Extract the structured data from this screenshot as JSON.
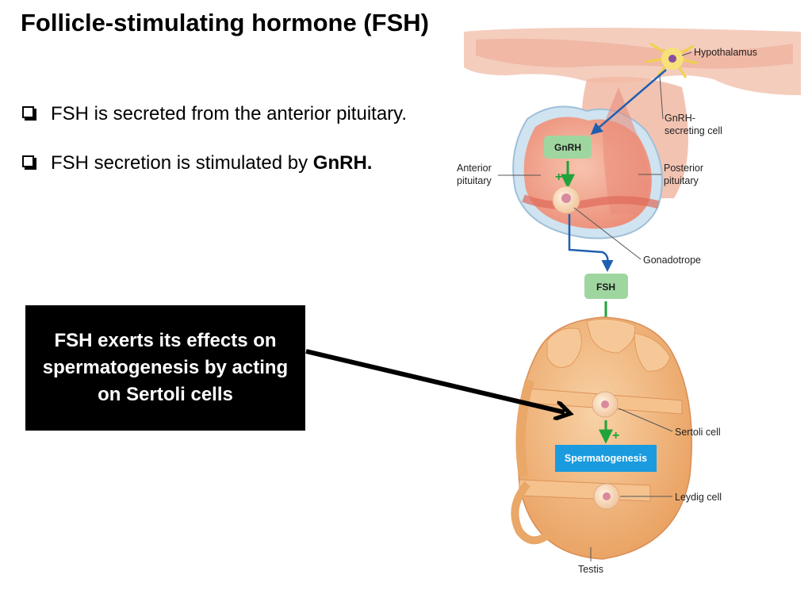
{
  "slide": {
    "title": "Follicle-stimulating hormone (FSH)",
    "bullets": [
      {
        "text": "FSH is secreted from the anterior pituitary.",
        "bold_suffix": ""
      },
      {
        "text": "FSH secretion is stimulated by ",
        "bold_suffix": "GnRH."
      }
    ],
    "callout": "FSH exerts its effects on spermatogenesis by acting on Sertoli cells"
  },
  "diagram": {
    "labels": {
      "hypothalamus": "Hypothalamus",
      "gnrh_cell_1": "GnRH-",
      "gnrh_cell_2": "secreting cell",
      "anterior_1": "Anterior",
      "anterior_2": "pituitary",
      "posterior_1": "Posterior",
      "posterior_2": "pituitary",
      "gonadotrope": "Gonadotrope",
      "sertoli": "Sertoli cell",
      "leydig": "Leydig cell",
      "testis": "Testis"
    },
    "tags": {
      "gnrh": "GnRH",
      "fsh": "FSH",
      "spermatogenesis": "Spermatogenesis"
    },
    "signs": {
      "plus": "+"
    },
    "colors": {
      "hormone_box": "#9fd6a0",
      "spermatogenesis_box": "#1a9be0",
      "stimulate_arrow": "#1fa33a",
      "neural_arrow": "#1f5fb0",
      "tissue": "#f2a98f",
      "testis": "#f0b47a"
    }
  }
}
